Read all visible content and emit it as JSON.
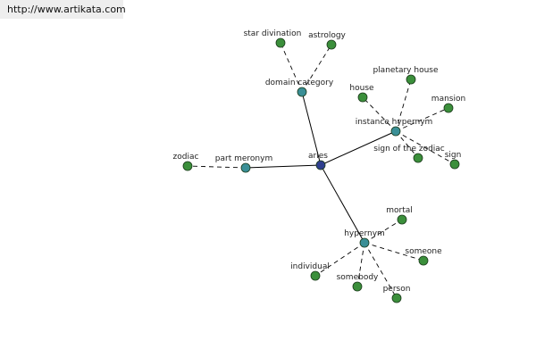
{
  "watermark": {
    "text": "http://www.artikata.com"
  },
  "graph": {
    "colors": {
      "root_fill": "#2f3f8f",
      "relation_fill": "#3a8f96",
      "leaf_fill": "#3b8f3b",
      "node_stroke": "#1a3a1a",
      "solid_edge": "#000000",
      "dashed_edge": "#000000"
    },
    "root": {
      "id": "aries",
      "label": "aries"
    },
    "relations": [
      {
        "id": "domain-category",
        "label": "domain category"
      },
      {
        "id": "instance-hypernym",
        "label": "instance hypernym"
      },
      {
        "id": "part-meronym",
        "label": "part meronym"
      },
      {
        "id": "hypernym",
        "label": "hypernym"
      }
    ],
    "leaves": [
      {
        "id": "star-divination",
        "label": "star divination",
        "relation": "domain-category"
      },
      {
        "id": "astrology",
        "label": "astrology",
        "relation": "domain-category"
      },
      {
        "id": "planetary-house",
        "label": "planetary house",
        "relation": "instance-hypernym"
      },
      {
        "id": "house",
        "label": "house",
        "relation": "instance-hypernym"
      },
      {
        "id": "mansion",
        "label": "mansion",
        "relation": "instance-hypernym"
      },
      {
        "id": "sign-of-the-zodiac",
        "label": "sign of the zodiac",
        "relation": "instance-hypernym"
      },
      {
        "id": "sign",
        "label": "sign",
        "relation": "instance-hypernym"
      },
      {
        "id": "zodiac",
        "label": "zodiac",
        "relation": "part-meronym"
      },
      {
        "id": "mortal",
        "label": "mortal",
        "relation": "hypernym"
      },
      {
        "id": "someone",
        "label": "someone",
        "relation": "hypernym"
      },
      {
        "id": "individual",
        "label": "individual",
        "relation": "hypernym"
      },
      {
        "id": "somebody",
        "label": "somebody",
        "relation": "hypernym"
      },
      {
        "id": "person",
        "label": "person",
        "relation": "hypernym"
      }
    ]
  }
}
